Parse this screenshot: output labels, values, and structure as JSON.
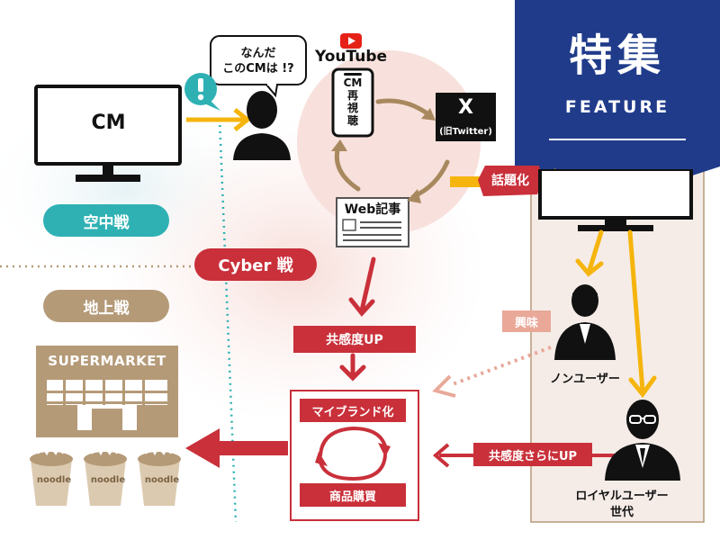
{
  "feature": {
    "title": "特集",
    "subtitle": "FEATURE"
  },
  "tv_left": {
    "label": "CM"
  },
  "speech": {
    "line1": "なんだ",
    "line2": "このCMは !?"
  },
  "youtube": {
    "label": "YouTube",
    "phone_text": [
      "CM",
      "再",
      "視",
      "聴"
    ]
  },
  "x_box": {
    "main": "X",
    "sub": "(旧Twitter)"
  },
  "web": {
    "label": "Web記事"
  },
  "wadai": {
    "label": "話題化"
  },
  "zones": {
    "air": "空中戦",
    "ground": "地上戦",
    "cyber": "Cyber 戦"
  },
  "supermarket": {
    "label": "SUPERMARKET",
    "noodle": "noodle"
  },
  "flow": {
    "empathy": "共感度UP",
    "mybrand": "マイブランド化",
    "purchase": "商品購買",
    "more_empathy": "共感度さらにUP",
    "interest": "興味"
  },
  "people": {
    "nonuser": "ノンユーザー",
    "loyal_line1": "ロイヤルユーザー",
    "loyal_line2": "世代"
  },
  "colors": {
    "red": "#c9303a",
    "teal": "#2fb1b4",
    "tan": "#b59a78",
    "navy": "#1f3b8a",
    "yellow": "#f5b50e",
    "pink": "#f2e2dc"
  }
}
